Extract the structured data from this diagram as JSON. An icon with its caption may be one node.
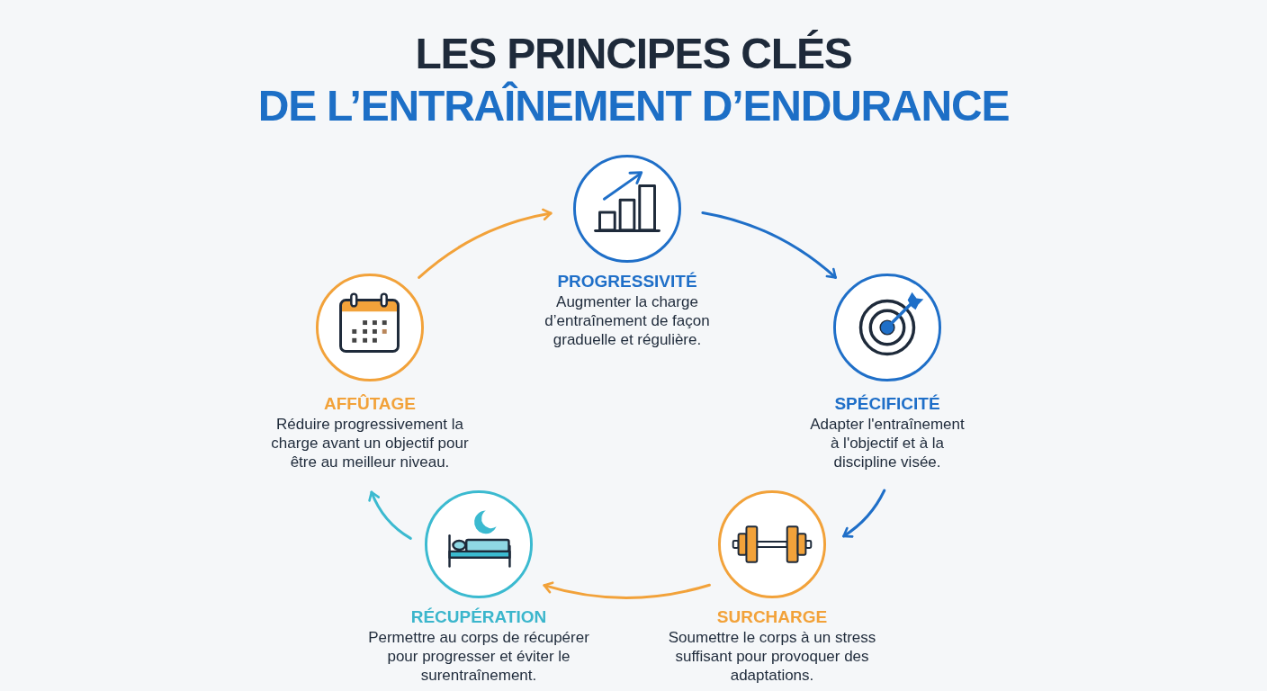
{
  "diagram": {
    "title": "LES PRINCIPES CLÉS DE L’ENTRAÎNEMENT D’ENDURANCE",
    "nodes": [
      {
        "text": [
          "PROGRESSIVITÉ",
          "Augmenter la charge d’entraînement de façon graduelle et régulière."
        ]
      },
      {
        "text": [
          "SPÉCIFICITÉ",
          "Adapter l'entraînement à l'objectif et à la discipline visée."
        ]
      },
      {
        "text": [
          "SURCHARGE",
          "Soumettre le corps à un stress suffisant pour provoquer des adaptations."
        ]
      },
      {
        "text": [
          "RÉCUPÉRATION",
          "Permettre au corps de récupérer pour progresser et éviter le surentraînement."
        ]
      },
      {
        "text": [
          "AFFÛTAGE",
          "Réduire progressivement la charge avant un objectif pour être au meilleur niveau."
        ]
      }
    ],
    "edges": [
      {
        "from": 0,
        "to": 1,
        "arrow": "to",
        "color": "#1f6fc8"
      },
      {
        "from": 1,
        "to": 2,
        "arrow": "to",
        "color": "#1f6fc8"
      },
      {
        "from": 2,
        "to": 3,
        "arrow": "to",
        "color": "#f2a23a"
      },
      {
        "from": 3,
        "to": 4,
        "arrow": "to",
        "color": "#3bbad0"
      },
      {
        "from": 4,
        "to": 0,
        "arrow": "to",
        "color": "#f2a23a"
      }
    ]
  }
}
